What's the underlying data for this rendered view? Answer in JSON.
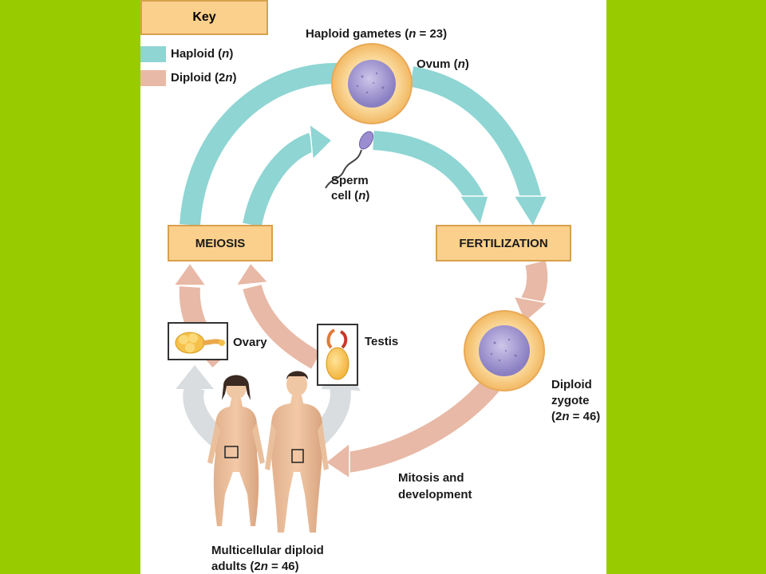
{
  "key": {
    "title": "Key",
    "haploid_label": "Haploid (",
    "haploid_var": "n",
    "haploid_end": ")",
    "diploid_label": "Diploid (2",
    "diploid_var": "n",
    "diploid_end": ")",
    "haploid_color": "#8ed5d3",
    "diploid_color": "#e8b9a6"
  },
  "labels": {
    "gametes_pre": "Haploid gametes (",
    "gametes_var": "n",
    "gametes_post": " = 23)",
    "ovum_pre": "Ovum (",
    "ovum_var": "n",
    "ovum_post": ")",
    "sperm_line1": "Sperm",
    "sperm_line2_pre": "cell (",
    "sperm_var": "n",
    "sperm_line2_post": ")",
    "meiosis": "MEIOSIS",
    "fertilization": "FERTILIZATION",
    "ovary": "Ovary",
    "testis": "Testis",
    "zygote_line1": "Diploid",
    "zygote_line2": "zygote",
    "zygote_line3_pre": "(2",
    "zygote_var": "n",
    "zygote_line3_post": " = 46)",
    "mitosis_line1": "Mitosis and",
    "mitosis_line2": "development",
    "adults_line1": "Multicellular diploid",
    "adults_line2_pre": "adults (2",
    "adults_var": "n",
    "adults_line2_post": " = 46)"
  },
  "colors": {
    "background": "#99cc00",
    "haploid": "#8ed5d3",
    "diploid": "#e8b9a6",
    "box_fill": "#fbd08c",
    "gray_arrow": "#d9dddf"
  }
}
